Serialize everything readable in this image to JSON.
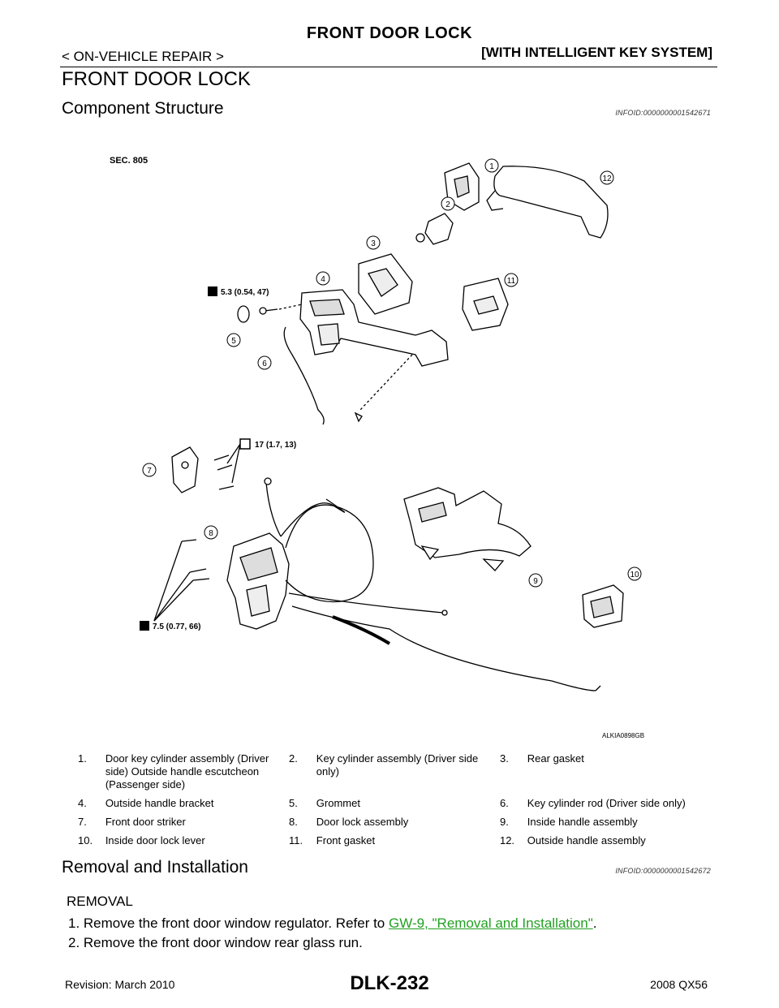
{
  "header": {
    "title": "FRONT DOOR LOCK",
    "section": "< ON-VEHICLE REPAIR >",
    "variant": "[WITH INTELLIGENT KEY SYSTEM]"
  },
  "page_title": "FRONT DOOR LOCK",
  "component_structure": {
    "heading": "Component Structure",
    "infoid": "INFOID:0000000001542671",
    "diagram": {
      "sec_label": "SEC. 805",
      "torque_1": "5.3 (0.54, 47)",
      "torque_2": "17 (1.7, 13)",
      "torque_3": "7.5 (0.77, 66)",
      "image_code": "ALKIA0898GB",
      "callouts": [
        "1",
        "2",
        "3",
        "4",
        "5",
        "6",
        "7",
        "8",
        "9",
        "10",
        "11",
        "12"
      ]
    },
    "legend": [
      [
        {
          "num": "1.",
          "text": "Door key cylinder assembly (Driver side) Outside handle escutcheon (Passenger side)"
        },
        {
          "num": "2.",
          "text": "Key cylinder assembly (Driver side only)"
        },
        {
          "num": "3.",
          "text": "Rear gasket"
        }
      ],
      [
        {
          "num": "4.",
          "text": "Outside handle bracket"
        },
        {
          "num": "5.",
          "text": "Grommet"
        },
        {
          "num": "6.",
          "text": "Key cylinder rod (Driver side only)"
        }
      ],
      [
        {
          "num": "7.",
          "text": "Front door striker"
        },
        {
          "num": "8.",
          "text": "Door lock assembly"
        },
        {
          "num": "9.",
          "text": "Inside handle assembly"
        }
      ],
      [
        {
          "num": "10.",
          "text": "Inside door lock lever"
        },
        {
          "num": "11.",
          "text": "Front gasket"
        },
        {
          "num": "12.",
          "text": "Outside handle assembly"
        }
      ]
    ]
  },
  "removal_installation": {
    "heading": "Removal and Installation",
    "infoid": "INFOID:0000000001542672",
    "removal_label": "REMOVAL",
    "steps": [
      {
        "prefix": "1. Remove the front door window regulator. Refer to ",
        "link": "GW-9, \"Removal and Installation\"",
        "suffix": "."
      },
      {
        "prefix": "2. Remove the front door window rear glass run.",
        "link": "",
        "suffix": ""
      }
    ]
  },
  "footer": {
    "revision": "Revision: March 2010",
    "page": "DLK-232",
    "model": "2008 QX56"
  }
}
